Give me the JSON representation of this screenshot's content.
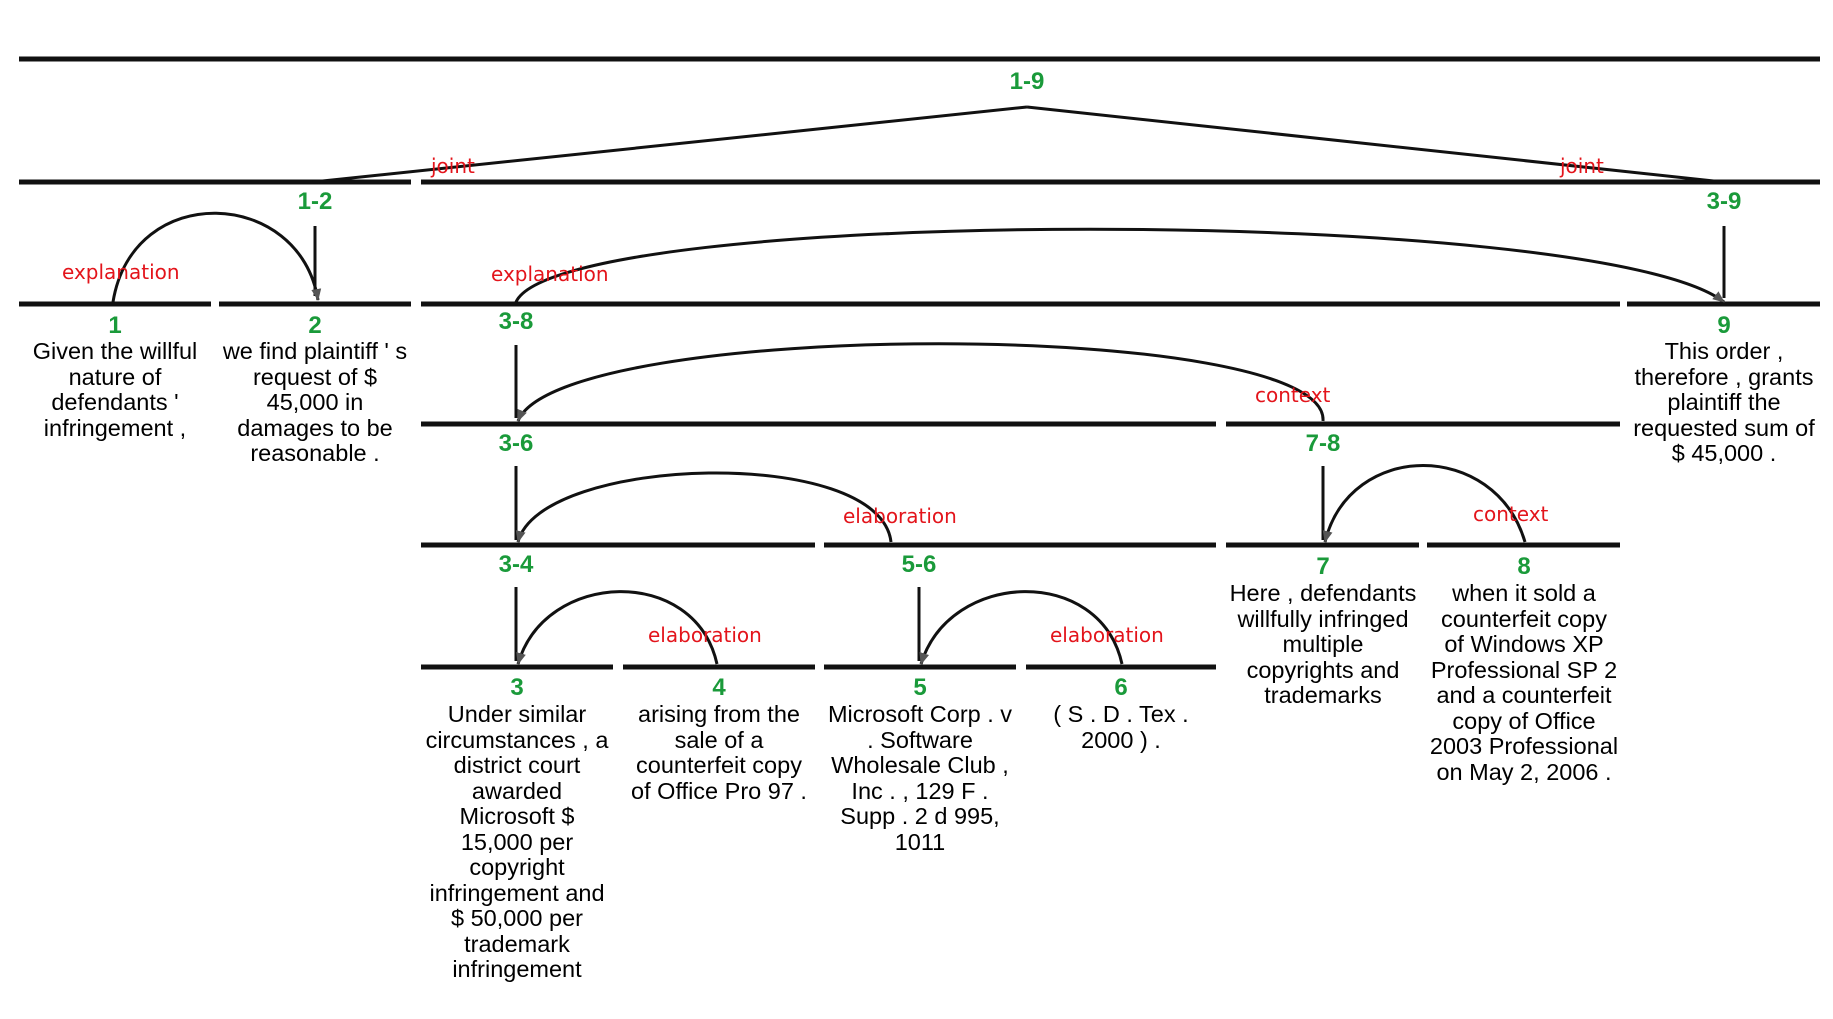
{
  "colors": {
    "span_label": "#1a9a3a",
    "relation_label": "#e3141b",
    "lines": "#111111",
    "text": "#000000"
  },
  "spans": {
    "s1_9": "1-9",
    "s1_2": "1-2",
    "s3_9": "3-9",
    "s3_8": "3-8",
    "s3_6": "3-6",
    "s7_8": "7-8",
    "s3_4": "3-4",
    "s5_6": "5-6",
    "e1": "1",
    "e2": "2",
    "e3": "3",
    "e4": "4",
    "e5": "5",
    "e6": "6",
    "e7": "7",
    "e8": "8",
    "e9": "9"
  },
  "relations": {
    "joint_left": "joint",
    "joint_right": "joint",
    "explanation_1_2": "explanation",
    "explanation_3_9": "explanation",
    "context_3_8": "context",
    "context_7_8": "context",
    "elaboration_3_6": "elaboration",
    "elaboration_3_4": "elaboration",
    "elaboration_5_6": "elaboration"
  },
  "edus": {
    "e1": "Given the willful\nnature of\ndefendants '\ninfringement ,",
    "e2": "we find plaintiff ' s\nrequest of $\n45,000 in\ndamages to be\nreasonable .",
    "e3": "Under similar\ncircumstances , a\ndistrict court\nawarded\nMicrosoft $\n15,000 per\ncopyright\ninfringement and\n$ 50,000 per\ntrademark\ninfringement",
    "e4": "arising from the\nsale of a\ncounterfeit copy\nof Office Pro 97 .",
    "e5": "Microsoft Corp . v\n. Software\nWholesale Club ,\nInc . , 129 F .\nSupp . 2 d 995,\n1011",
    "e6": "( S . D . Tex .\n2000 ) .",
    "e7": "Here , defendants\nwillfully infringed\nmultiple\ncopyrights and\ntrademarks",
    "e8": "when it sold a\ncounterfeit copy\nof Windows XP\nProfessional SP 2\nand a counterfeit\ncopy of Office\n2003 Professional\non May 2, 2006 .",
    "e9": "This order ,\ntherefore , grants\nplaintiff the\nrequested sum of\n$ 45,000 ."
  }
}
